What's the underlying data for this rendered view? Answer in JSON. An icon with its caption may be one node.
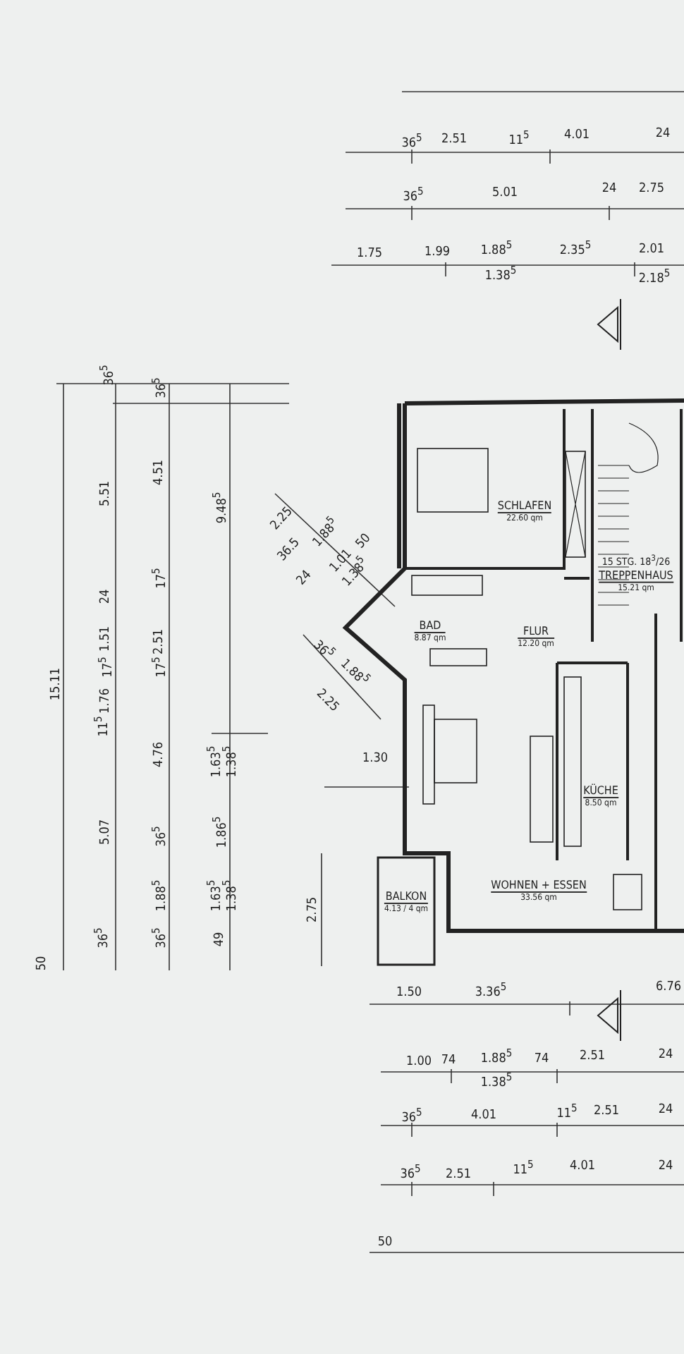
{
  "diagram": {
    "nodes": [
      {
        "text": [
          "SCHLAFEN",
          "22.60 qm"
        ]
      },
      {
        "text": [
          "15 STG. 18$^{3}$/26",
          "TREPPENHAUS",
          "15.21 qm"
        ]
      },
      {
        "text": [
          "BAD",
          "8.87 qm"
        ]
      },
      {
        "text": [
          "FLUR",
          "12.20 qm"
        ]
      },
      {
        "text": [
          "KÜCHE",
          "8.50 qm"
        ]
      },
      {
        "text": [
          "BALKON",
          "4.13 / 4 qm"
        ]
      },
      {
        "text": [
          "WOHNEN + ESSEN",
          "33.56 qm"
        ]
      }
    ],
    "labels": [
      "36$^{5}$",
      "2.51",
      "11$^{5}$",
      "4.01",
      "24",
      "36$^{5}$",
      "5.01",
      "24",
      "2.75",
      "1.75",
      "1.99",
      "1.88$^{5}$",
      "1.38$^{5}$",
      "2.35$^{5}$",
      "2.01",
      "2.18$^{5}$",
      "15.11",
      "50",
      "36$^{5}$",
      "5.51",
      "24",
      "1.51",
      "17$^{5}$",
      "1.76",
      "11$^{5}$",
      "5.07",
      "36$^{5}$",
      "36$^{5}$",
      "4.51",
      "17$^{5}$",
      "2.51",
      "17$^{5}$",
      "4.76",
      "36$^{5}$",
      "1.88$^{5}$",
      "36$^{5}$",
      "9.48$^{5}$",
      "1.63$^{5}$",
      "1.38$^{5}$",
      "1.86$^{5}$",
      "1.63$^{5}$",
      "1.38$^{5}$",
      "49",
      "2.25",
      "36.5",
      "1.88$^{5}$",
      "24",
      "1.01",
      "1.38$^{5}$",
      "50",
      "36$^{5}$",
      "1.88$^{5}$",
      "2.25",
      "1.30",
      "2.75",
      "1.50",
      "3.36$^{5}$",
      "6.76",
      "1.00",
      "74",
      "1.88$^{5}$",
      "1.38$^{5}$",
      "74",
      "2.51",
      "24",
      "36$^{5}$",
      "4.01",
      "11$^{5}$",
      "2.51",
      "24",
      "36$^{5}$",
      "2.51",
      "11$^{5}$",
      "4.01",
      "24",
      "50"
    ]
  }
}
